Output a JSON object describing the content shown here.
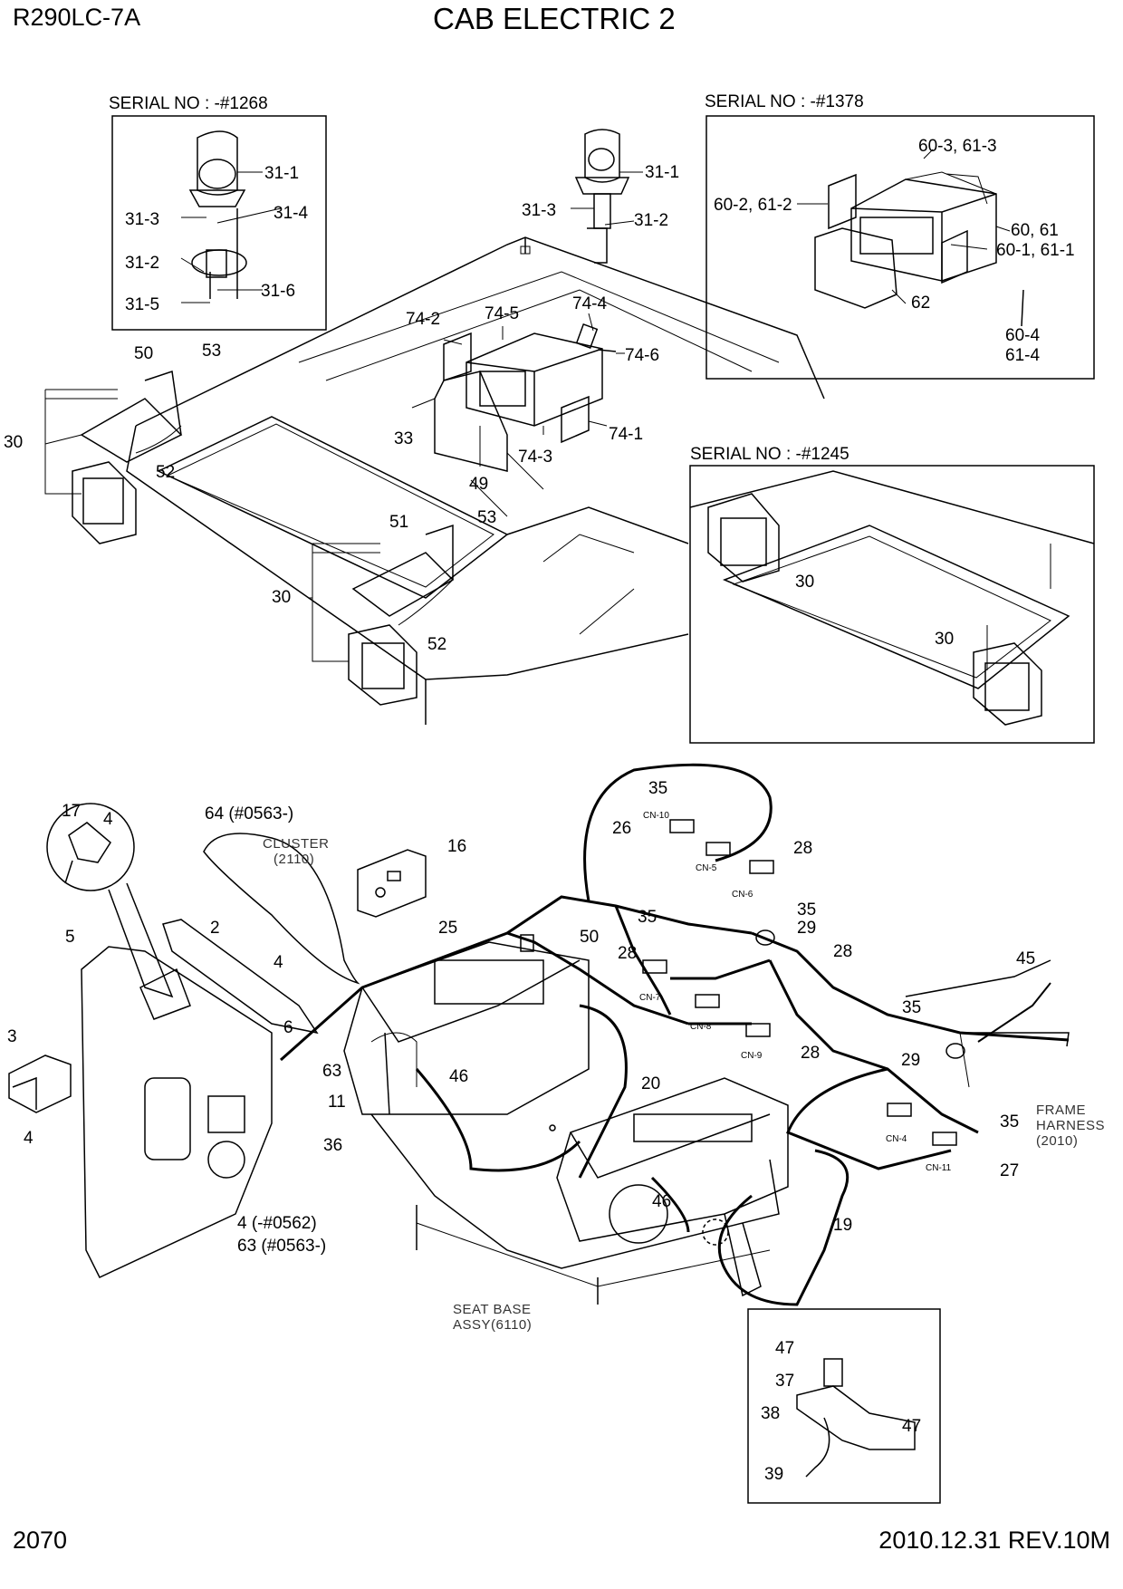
{
  "header": {
    "model": "R290LC-7A",
    "title": "CAB ELECTRIC 2"
  },
  "footer": {
    "page": "2070",
    "revision": "2010.12.31  REV.10M"
  },
  "serials": {
    "beacon": "SERIAL NO : -#1268",
    "radio": "SERIAL NO : -#1378",
    "lamp": "SERIAL NO : -#1245"
  },
  "notes": {
    "cluster": [
      "CLUSTER",
      "(2110)"
    ],
    "seat": [
      "SEAT BASE",
      "ASSY(6110)"
    ],
    "frame": [
      "FRAME",
      "HARNESS",
      "(2010)"
    ]
  },
  "labels": {
    "b_31_1": "31-1",
    "b_31_3": "31-3",
    "b_31_4": "31-4",
    "b_31_2": "31-2",
    "b_31_5": "31-5",
    "b_31_6": "31-6",
    "m_31_1": "31-1",
    "m_31_3": "31-3",
    "m_31_2": "31-2",
    "r_60_3": "60-3, 61-3",
    "r_60_2": "60-2, 61-2",
    "r_60": "60, 61",
    "r_60_1": "60-1, 61-1",
    "r_62": "62",
    "r_60_4": "60-4",
    "r_61_4": "61-4",
    "c_74_2": "74-2",
    "c_74_5": "74-5",
    "c_74_4": "74-4",
    "c_74_6": "74-6",
    "c_33": "33",
    "c_74_1": "74-1",
    "c_74_3": "74-3",
    "c_49": "49",
    "l_50": "50",
    "l_53a": "53",
    "l_30a": "30",
    "l_52a": "52",
    "l_51": "51",
    "l_53b": "53",
    "l_30b": "30",
    "l_52b": "52",
    "s_30a": "30",
    "s_30b": "30",
    "p_17": "17",
    "p_4a": "4",
    "p_64": "64 (#0563-)",
    "p_16": "16",
    "p_5": "5",
    "p_2": "2",
    "p_4b": "4",
    "p_3": "3",
    "p_4c": "4",
    "p_6": "6",
    "p_63a": "63",
    "p_11": "11",
    "p_36": "36",
    "p_4d": "4 (-#0562)",
    "p_63b": "63 (#0563-)",
    "h_35a": "35",
    "h_26": "26",
    "h_28a": "28",
    "h_25": "25",
    "h_50": "50",
    "h_35b": "35",
    "h_35c": "35",
    "h_29a": "29",
    "h_28b": "28",
    "h_28c": "28",
    "h_45": "45",
    "h_35d": "35",
    "h_28d": "28",
    "h_29b": "29",
    "h_46a": "46",
    "h_20": "20",
    "h_35e": "35",
    "h_27": "27",
    "h_46b": "46",
    "h_19": "19",
    "d_47a": "47",
    "d_37": "37",
    "d_38": "38",
    "d_47b": "47",
    "d_39": "39",
    "cn10": "CN-10",
    "cn5": "CN-5",
    "cn6": "CN-6",
    "cn7": "CN-7",
    "cn8": "CN-8",
    "cn9": "CN-9",
    "cn4": "CN-4",
    "cn11": "CN-11"
  }
}
